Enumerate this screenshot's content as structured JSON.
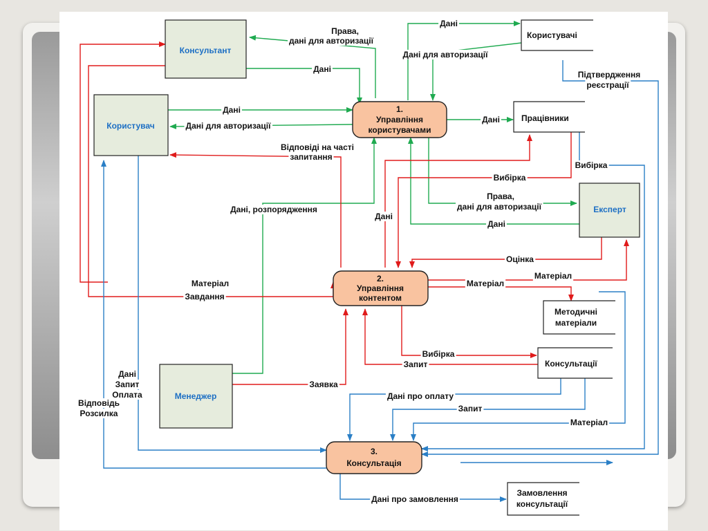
{
  "entities": {
    "consultant": "Консультант",
    "user": "Користувач",
    "manager": "Менеджер",
    "expert": "Експерт"
  },
  "processes": {
    "p1": {
      "num": "1.",
      "line1": "Управління",
      "line2": "користувачами"
    },
    "p2": {
      "num": "2.",
      "line1": "Управління",
      "line2": "контентом"
    },
    "p3": {
      "num": "3.",
      "line1": "Консультація"
    }
  },
  "stores": {
    "users": "Користувачі",
    "workers": "Працівники",
    "methodical": [
      "Методичні",
      "матеріали"
    ],
    "consultations": "Консультації",
    "orders": [
      "Замовлення",
      "консультації"
    ]
  },
  "flows": {
    "rights_auth": [
      "Права,",
      "дані для авторизації"
    ],
    "data": "Дані",
    "auth_data": "Дані для авторизації",
    "auth_data_user": "Дані для авторизації",
    "confirm": [
      "Підтвердження",
      "реєстрації"
    ],
    "answers": [
      "Відповіді на часті",
      "запитання"
    ],
    "selection": "Вибірка",
    "data_orders": "Дані, розпорядження",
    "rights_auth_expert": [
      "Права,",
      "дані для авторизації"
    ],
    "evaluation": "Оцінка",
    "material": "Матеріал",
    "task": "Завдання",
    "request": "Запит",
    "application": "Заявка",
    "manager_side": [
      "Дані",
      "Запит",
      "Оплата"
    ],
    "answer_mailing": [
      "Відповідь",
      "Розсилка"
    ],
    "payment_data": "Дані про оплату",
    "order_data": "Дані про замовлення"
  },
  "colors": {
    "green": "#1faa50",
    "red": "#e01b1b",
    "blue": "#2a7fc6",
    "process_fill": "#f9c3a0",
    "entity_fill": "#e6ecdd"
  }
}
